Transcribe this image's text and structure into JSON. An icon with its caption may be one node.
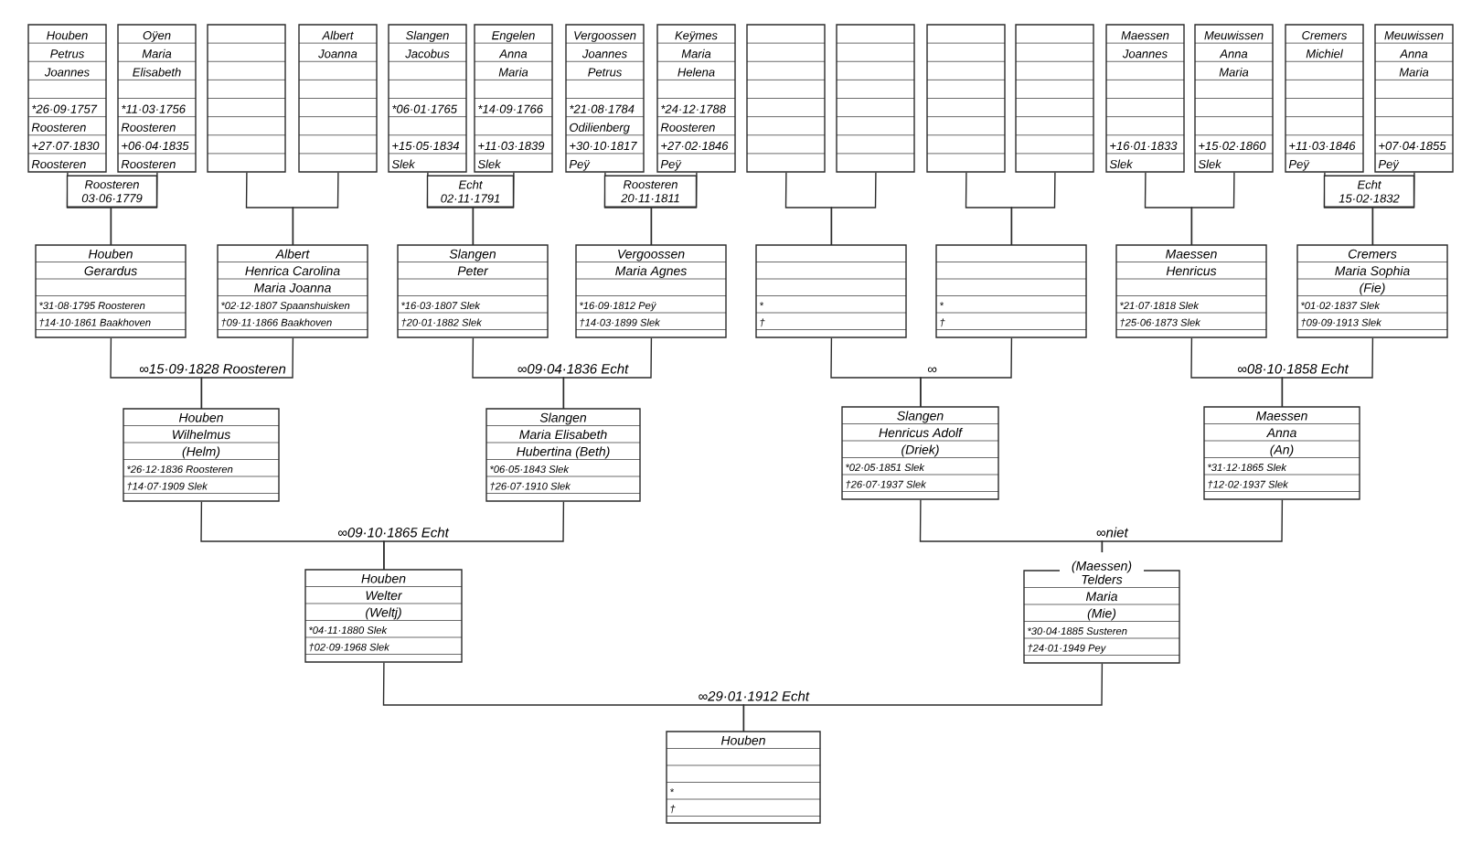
{
  "diagram": {
    "nodes": [
      {
        "text": [
          "Houben",
          "Petrus",
          "Joannes",
          "*26·09·1757",
          "Roosteren",
          "+27·07·1830",
          "Roosteren"
        ]
      },
      {
        "text": [
          "Oÿen",
          "Maria",
          "Elisabeth",
          "*11·03·1756",
          "Roosteren",
          "+06·04·1835",
          "Roosteren"
        ]
      },
      {
        "text": [],
        "shape": "box"
      },
      {
        "text": [
          "Albert",
          "Joanna"
        ]
      },
      {
        "text": [
          "Slangen",
          "Jacobus",
          "*06·01·1765",
          "+15·05·1834",
          "Slek"
        ]
      },
      {
        "text": [
          "Engelen",
          "Anna",
          "Maria",
          "*14·09·1766",
          "+11·03·1839",
          "Slek"
        ]
      },
      {
        "text": [
          "Vergoossen",
          "Joannes",
          "Petrus",
          "*21·08·1784",
          "Odilienberg",
          "+30·10·1817",
          "Peÿ"
        ]
      },
      {
        "text": [
          "Keÿmes",
          "Maria",
          "Helena",
          "*24·12·1788",
          "Roosteren",
          "+27·02·1846",
          "Peÿ"
        ]
      },
      {
        "text": [],
        "shape": "box"
      },
      {
        "text": [],
        "shape": "box"
      },
      {
        "text": [],
        "shape": "box"
      },
      {
        "text": [],
        "shape": "box"
      },
      {
        "text": [
          "Maessen",
          "Joannes",
          "+16·01·1833",
          "Slek"
        ]
      },
      {
        "text": [
          "Meuwissen",
          "Anna",
          "Maria",
          "+15·02·1860",
          "Slek"
        ]
      },
      {
        "text": [
          "Cremers",
          "Michiel",
          "+11·03·1846",
          "Peÿ"
        ]
      },
      {
        "text": [
          "Meuwissen",
          "Anna",
          "Maria",
          "+07·04·1855",
          "Peÿ"
        ]
      },
      {
        "text": [
          "Houben",
          "Gerardus",
          "*31·08·1795 Roosteren",
          "†14·10·1861 Baakhoven"
        ]
      },
      {
        "text": [
          "Albert",
          "Henrica Carolina",
          "Maria Joanna",
          "*02·12·1807 Spaanshuisken",
          "†09·11·1866 Baakhoven"
        ]
      },
      {
        "text": [
          "Slangen",
          "Peter",
          "*16·03·1807 Slek",
          "†20·01·1882 Slek"
        ]
      },
      {
        "text": [
          "Vergoossen",
          "Maria Agnes",
          "*16·09·1812 Peÿ",
          "†14·03·1899 Slek"
        ]
      },
      {
        "text": [
          "*",
          "†"
        ]
      },
      {
        "text": [
          "*",
          "†"
        ]
      },
      {
        "text": [
          "Maessen",
          "Henricus",
          "*21·07·1818 Slek",
          "†25·06·1873 Slek"
        ]
      },
      {
        "text": [
          "Cremers",
          "Maria Sophia",
          "(Fie)",
          "*01·02·1837 Slek",
          "†09·09·1913 Slek"
        ]
      },
      {
        "text": [
          "Houben",
          "Wilhelmus",
          "(Helm)",
          "*26·12·1836 Roosteren",
          "†14·07·1909 Slek"
        ]
      },
      {
        "text": [
          "Slangen",
          "Maria Elisabeth",
          "Hubertina (Beth)",
          "*06·05·1843 Slek",
          "†26·07·1910 Slek"
        ]
      },
      {
        "text": [
          "Slangen",
          "Henricus Adolf",
          "(Driek)",
          "*02·05·1851 Slek",
          "†26·07·1937 Slek"
        ]
      },
      {
        "text": [
          "Maessen",
          "Anna",
          "(An)",
          "*31·12·1865 Slek",
          "†12·02·1937 Slek"
        ]
      },
      {
        "text": [
          "Houben",
          "Welter",
          "(Weltj)",
          "*04·11·1880 Slek",
          "†02·09·1968 Slek"
        ]
      },
      {
        "text": [
          "(Maessen)",
          "Telders",
          "Maria",
          "(Mie)",
          "*30·04·1885 Susteren",
          "†24·01·1949 Pey"
        ]
      },
      {
        "text": [
          "Houben",
          "*",
          "†"
        ]
      }
    ],
    "edges": [
      {
        "from": 0,
        "to": 16,
        "arrow": "none",
        "label": "Roosteren 03·06·1779"
      },
      {
        "from": 1,
        "to": 16,
        "arrow": "none"
      },
      {
        "from": 2,
        "to": 17,
        "arrow": "none"
      },
      {
        "from": 3,
        "to": 17,
        "arrow": "none"
      },
      {
        "from": 4,
        "to": 18,
        "arrow": "none",
        "label": "Echt 02·11·1791"
      },
      {
        "from": 5,
        "to": 18,
        "arrow": "none"
      },
      {
        "from": 6,
        "to": 19,
        "arrow": "none",
        "label": "Roosteren 20·11·1811"
      },
      {
        "from": 7,
        "to": 19,
        "arrow": "none"
      },
      {
        "from": 8,
        "to": 20,
        "arrow": "none"
      },
      {
        "from": 9,
        "to": 20,
        "arrow": "none"
      },
      {
        "from": 10,
        "to": 21,
        "arrow": "none"
      },
      {
        "from": 11,
        "to": 21,
        "arrow": "none"
      },
      {
        "from": 12,
        "to": 22,
        "arrow": "none"
      },
      {
        "from": 13,
        "to": 22,
        "arrow": "none"
      },
      {
        "from": 14,
        "to": 23,
        "arrow": "none",
        "label": "Echt 15·02·1832"
      },
      {
        "from": 15,
        "to": 23,
        "arrow": "none"
      },
      {
        "from": 16,
        "to": 24,
        "arrow": "none",
        "label": "∞15·09·1828 Roosteren"
      },
      {
        "from": 17,
        "to": 24,
        "arrow": "none"
      },
      {
        "from": 18,
        "to": 25,
        "arrow": "none",
        "label": "∞09·04·1836 Echt"
      },
      {
        "from": 19,
        "to": 25,
        "arrow": "none"
      },
      {
        "from": 20,
        "to": 26,
        "arrow": "none",
        "label": "∞"
      },
      {
        "from": 21,
        "to": 26,
        "arrow": "none"
      },
      {
        "from": 22,
        "to": 27,
        "arrow": "none",
        "label": "∞08·10·1858 Echt"
      },
      {
        "from": 23,
        "to": 27,
        "arrow": "none"
      },
      {
        "from": 24,
        "to": 28,
        "arrow": "none",
        "label": "∞09·10·1865 Echt"
      },
      {
        "from": 25,
        "to": 28,
        "arrow": "none"
      },
      {
        "from": 26,
        "to": 29,
        "arrow": "none",
        "label": "∞niet"
      },
      {
        "from": 27,
        "to": 29,
        "arrow": "none"
      },
      {
        "from": 28,
        "to": 30,
        "arrow": "none",
        "label": "∞29·01·1912 Echt"
      },
      {
        "from": 29,
        "to": 30,
        "arrow": "none"
      }
    ]
  }
}
